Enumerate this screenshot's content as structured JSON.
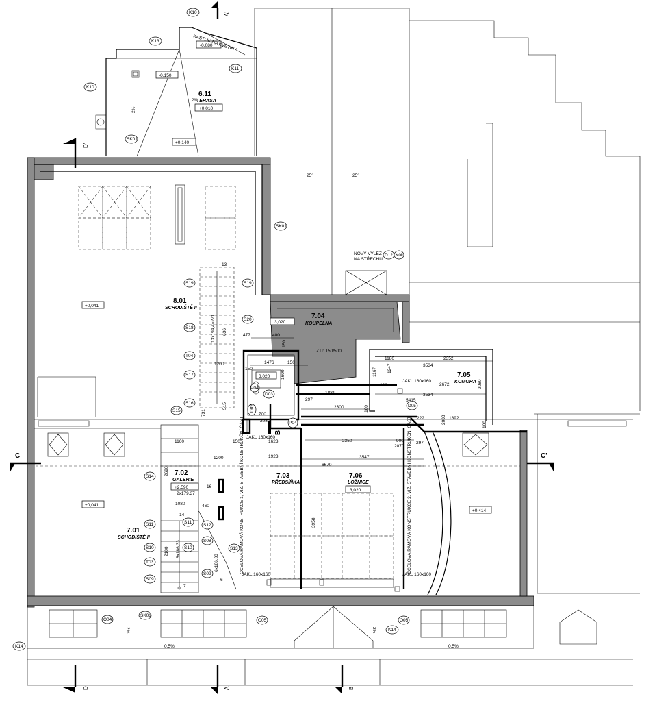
{
  "sections": {
    "a_top": "A'",
    "a_bottom": "A",
    "b_mid": "B",
    "b_bottom": "B",
    "c_left": "C",
    "c_right": "C'",
    "d_top": "D'",
    "d_bottom": "D"
  },
  "rooms": [
    {
      "num": "6.11",
      "name": "TERASA",
      "level": "+0,010"
    },
    {
      "num": "8.01",
      "name": "SCHODIŠTĚ II",
      "level": ""
    },
    {
      "num": "7.04",
      "name": "KOUPELNA",
      "level": "3,020"
    },
    {
      "num": "7.05",
      "name": "KOMORA",
      "level": ""
    },
    {
      "num": "7.02",
      "name": "GALERIE",
      "level": "+2,590"
    },
    {
      "num": "7.03",
      "name": "PŘEDSÍŇKA",
      "level": ""
    },
    {
      "num": "7.06",
      "name": "LOŽNICE",
      "level": "3,020"
    },
    {
      "num": "7.01",
      "name": "SCHODIŠTĚ II",
      "level": ""
    }
  ],
  "levels": {
    "kastlik": "-0,080",
    "terasa_low": "-0,150",
    "terasa_edge": "+0,140",
    "left_top": "+0,041",
    "left_bottom": "+0,041",
    "right": "+0,414",
    "wc": "3,020"
  },
  "notes": {
    "kastlik": "KASTLÍK NA KVĚTINY",
    "vylez_1": "NOVÝ VÝLEZ",
    "vylez_2": "NA STŘECHU",
    "zti": "ZTI: 150/500",
    "jakl_komora": "JAKL 160x160",
    "jakl_wc": "JAKL 160x160",
    "jakl_left": "JAKL 160x160",
    "jakl_right": "JAKL 160x160",
    "steel_left": "OCELOVÁ RÁMOVÁ KONSTRUKCE 1, VIZ. STAVEBNÍ KONSTRUKČNÍ ČÁST",
    "steel_right": "OCELOVÁ RÁMOVÁ KONSTRUKCE 2, VIZ. STAVEBNÍ KONSTRUKČNÍ ČÁST",
    "stairs_top": "13",
    "stairs_top_calc": "13x194,4=271",
    "stairs_gal": "2x179,37",
    "stairs_lower_1": "8x186,33",
    "stairs_lower_2": "6x186,33",
    "steps_14": "14",
    "steps_16": "16",
    "steps_7": "7",
    "steps_6": "6"
  },
  "slopes": {
    "s1": "2%",
    "s2": "2%",
    "s3": "25°",
    "s4": "25°",
    "s5": "2%",
    "s6": "2%",
    "s7": "0,5%",
    "s8": "0,5%"
  },
  "tags": {
    "k10a": "K10",
    "k13": "K13",
    "k11": "K11",
    "k10b": "K10",
    "k14a": "K14",
    "k14b": "K14",
    "sk01a": "SK01",
    "sk01b": "SK01",
    "sk01c": "SK01",
    "s19a": "S19",
    "s19b": "S19",
    "s20": "S20",
    "s18": "S18",
    "s17": "S17",
    "s16": "S16",
    "s15": "S15",
    "s14": "S14",
    "s13": "S13",
    "s12": "S12",
    "s11a": "S11",
    "s11b": "S11",
    "s10a": "S10",
    "s10b": "S10",
    "s09a": "S09",
    "s09b": "S09",
    "s08": "S08",
    "t04": "T04",
    "t03": "T03",
    "d12": "D12",
    "k0k": "K0k",
    "d03": "D03",
    "d02": "D02",
    "d05": "D05",
    "o04": "O04",
    "o05a": "O05",
    "o05b": "O05",
    "p04": "P04",
    "p04b": "P04"
  },
  "dims": {
    "d_477": "477",
    "d_400": "400",
    "d_150a": "150",
    "d_1476": "1476",
    "d_150b": "150",
    "d_1200": "1200",
    "d_150c": "150",
    "d_1600": "1600",
    "d_1180": "1180",
    "d_3534a": "3534",
    "d_2352": "2352",
    "d_1167": "1167",
    "d_1247": "1247",
    "d_862": "862",
    "d_2672": "2672",
    "d_3534b": "3534",
    "d_2080a": "2080",
    "d_1881": "1881",
    "d_297a": "297",
    "d_2300": "2300",
    "d_5415": "5415",
    "d_1892": "1892",
    "d_222": "222",
    "d_2000": "2000",
    "d_700": "700",
    "d_2080b": "2080",
    "d_2350": "2350",
    "d_900": "900",
    "d_1923": "1923",
    "d_1623": "1623",
    "d_150d": "150",
    "d_2070": "2070",
    "d_297b": "297",
    "d_3547": "3547",
    "d_6670": "6670",
    "d_1160": "1160",
    "d_1200b": "1200",
    "d_1080": "1080",
    "d_460": "460",
    "d_3958": "3958",
    "d_2690": "2690",
    "d_2100": "2100",
    "d_731": "731",
    "d_515": "515",
    "d_636": "636",
    "d_100a": "100",
    "d_100b": "100"
  }
}
